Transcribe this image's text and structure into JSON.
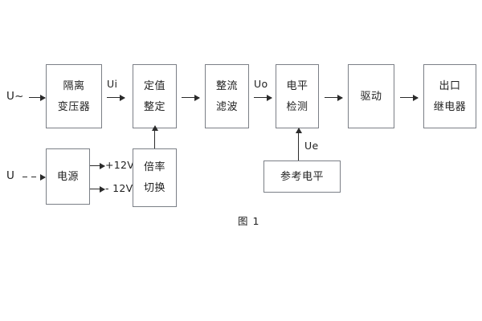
{
  "figure": {
    "caption": "图 1",
    "background": "#ffffff",
    "box_border_color": "#7b7f86",
    "line_color": "#2b2b2b"
  },
  "inputs": [
    {
      "id": "ac-input",
      "label": "U~",
      "arrow_style": "solid"
    },
    {
      "id": "dc-input",
      "label": "U",
      "arrow_style": "dashed"
    }
  ],
  "blocks": [
    {
      "id": "isolation-transformer",
      "lines": [
        "隔离",
        "变压器"
      ]
    },
    {
      "id": "setting-value",
      "lines": [
        "定值",
        "整定"
      ]
    },
    {
      "id": "rectify-filter",
      "lines": [
        "整流",
        "滤波"
      ]
    },
    {
      "id": "level-detection",
      "lines": [
        "电平",
        "检测"
      ]
    },
    {
      "id": "drive",
      "lines": [
        "驱动"
      ]
    },
    {
      "id": "output-relay",
      "lines": [
        "出口",
        "继电器"
      ]
    },
    {
      "id": "power-supply",
      "lines": [
        "电源"
      ]
    },
    {
      "id": "multiplier-switch",
      "lines": [
        "倍率",
        "切换"
      ]
    },
    {
      "id": "reference-level",
      "lines": [
        "参考电平"
      ]
    }
  ],
  "signal_labels": [
    {
      "id": "ui",
      "text": "Ui"
    },
    {
      "id": "uo",
      "text": "Uo"
    },
    {
      "id": "ue",
      "text": "Ue"
    }
  ],
  "supply_rails": [
    {
      "id": "rail-positive",
      "text": "+12V"
    },
    {
      "id": "rail-negative",
      "text": "- 12V"
    }
  ]
}
